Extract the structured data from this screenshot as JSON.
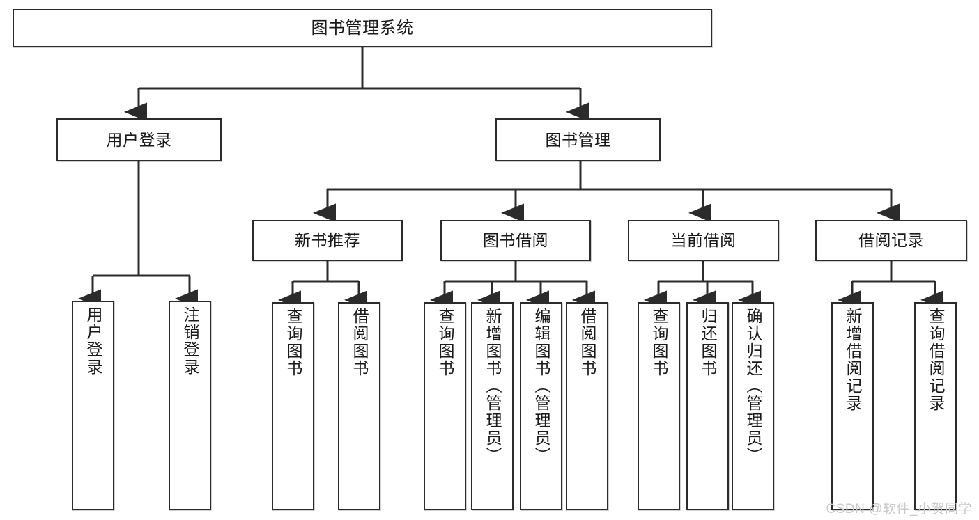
{
  "diagram": {
    "title": "图书管理系统",
    "watermark": "CSDN @软件_小贺同学",
    "stroke_color": "#2b2b2b",
    "fill_color": "#ffffff",
    "text_color": "#1a1a1a",
    "watermark_color": "#c9c9c9"
  },
  "nodes": {
    "root": {
      "label": "图书管理系统",
      "level": 1,
      "orientation": "horizontal"
    },
    "user_login": {
      "label": "用户登录",
      "level": 2,
      "orientation": "horizontal"
    },
    "book_manage": {
      "label": "图书管理",
      "level": 2,
      "orientation": "horizontal"
    },
    "new_book_rec": {
      "label": "新书推荐",
      "level": 3,
      "orientation": "horizontal"
    },
    "book_borrow": {
      "label": "图书借阅",
      "level": 3,
      "orientation": "horizontal"
    },
    "current_borrow": {
      "label": "当前借阅",
      "level": 3,
      "orientation": "horizontal"
    },
    "borrow_record": {
      "label": "借阅记录",
      "level": 3,
      "orientation": "horizontal"
    },
    "leaf_user_login": {
      "label": "用户登录",
      "level": 4,
      "orientation": "vertical"
    },
    "leaf_logout": {
      "label": "注销登录",
      "level": 4,
      "orientation": "vertical"
    },
    "leaf_query_book_1": {
      "label": "查询图书",
      "level": 4,
      "orientation": "vertical"
    },
    "leaf_borrow_book_1": {
      "label": "借阅图书",
      "level": 4,
      "orientation": "vertical"
    },
    "leaf_query_book_2": {
      "label": "查询图书",
      "level": 4,
      "orientation": "vertical"
    },
    "leaf_add_book": {
      "label": "新增图书（管理员）",
      "level": 4,
      "orientation": "vertical"
    },
    "leaf_edit_book": {
      "label": "编辑图书（管理员）",
      "level": 4,
      "orientation": "vertical"
    },
    "leaf_borrow_book_2": {
      "label": "借阅图书",
      "level": 4,
      "orientation": "vertical"
    },
    "leaf_query_book_3": {
      "label": "查询图书",
      "level": 4,
      "orientation": "vertical"
    },
    "leaf_return_book": {
      "label": "归还图书",
      "level": 4,
      "orientation": "vertical"
    },
    "leaf_confirm_return": {
      "label": "确认归还（管理员）",
      "level": 4,
      "orientation": "vertical"
    },
    "leaf_add_record": {
      "label": "新增借阅记录",
      "level": 4,
      "orientation": "vertical"
    },
    "leaf_query_record": {
      "label": "查询借阅记录",
      "level": 4,
      "orientation": "vertical"
    }
  },
  "hierarchy": {
    "root": [
      "user_login",
      "book_manage"
    ],
    "user_login": [
      "leaf_user_login",
      "leaf_logout"
    ],
    "book_manage": [
      "new_book_rec",
      "book_borrow",
      "current_borrow",
      "borrow_record"
    ],
    "new_book_rec": [
      "leaf_query_book_1",
      "leaf_borrow_book_1"
    ],
    "book_borrow": [
      "leaf_query_book_2",
      "leaf_add_book",
      "leaf_edit_book",
      "leaf_borrow_book_2"
    ],
    "current_borrow": [
      "leaf_query_book_3",
      "leaf_return_book",
      "leaf_confirm_return"
    ],
    "borrow_record": [
      "leaf_add_record",
      "leaf_query_record"
    ]
  }
}
